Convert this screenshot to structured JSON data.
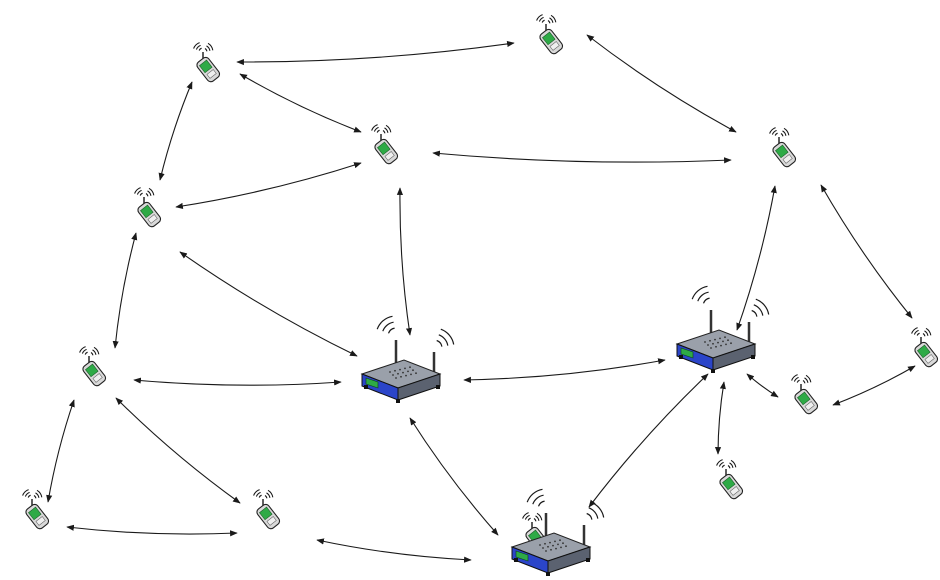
{
  "diagram": {
    "type": "wireless-mesh-network",
    "colors": {
      "background": "#ffffff",
      "link": "#1a1a1a",
      "phone_body": "#d9d9d9",
      "phone_screen": "#2eaa46",
      "router_body": "#2b45c9",
      "router_top": "#9aa0aa",
      "wave": "#1a1a1a"
    },
    "nodes": [
      {
        "id": "p1",
        "kind": "phone",
        "icon": "mobile-phone-icon"
      },
      {
        "id": "p2",
        "kind": "phone",
        "icon": "mobile-phone-icon"
      },
      {
        "id": "p3",
        "kind": "phone",
        "icon": "mobile-phone-icon"
      },
      {
        "id": "p4",
        "kind": "phone",
        "icon": "mobile-phone-icon"
      },
      {
        "id": "p5",
        "kind": "phone",
        "icon": "mobile-phone-icon"
      },
      {
        "id": "p6",
        "kind": "phone",
        "icon": "mobile-phone-icon"
      },
      {
        "id": "p7",
        "kind": "phone",
        "icon": "mobile-phone-icon"
      },
      {
        "id": "p8",
        "kind": "phone",
        "icon": "mobile-phone-icon"
      },
      {
        "id": "p9",
        "kind": "phone",
        "icon": "mobile-phone-icon"
      },
      {
        "id": "p10",
        "kind": "phone",
        "icon": "mobile-phone-icon"
      },
      {
        "id": "p11",
        "kind": "phone",
        "icon": "mobile-phone-icon"
      },
      {
        "id": "p12",
        "kind": "phone",
        "icon": "mobile-phone-icon"
      },
      {
        "id": "r1",
        "kind": "router",
        "icon": "wireless-router-icon"
      },
      {
        "id": "r2",
        "kind": "router",
        "icon": "wireless-router-icon"
      },
      {
        "id": "r3",
        "kind": "router",
        "icon": "wireless-router-icon"
      }
    ],
    "links": [
      {
        "from": "p1",
        "to": "p2"
      },
      {
        "from": "p1",
        "to": "p3"
      },
      {
        "from": "p1",
        "to": "p4"
      },
      {
        "from": "p2",
        "to": "p5"
      },
      {
        "from": "p4",
        "to": "p3"
      },
      {
        "from": "p3",
        "to": "p5"
      },
      {
        "from": "p3",
        "to": "r1"
      },
      {
        "from": "p4",
        "to": "p6"
      },
      {
        "from": "p4",
        "to": "r1"
      },
      {
        "from": "p6",
        "to": "r1"
      },
      {
        "from": "p6",
        "to": "p7"
      },
      {
        "from": "p6",
        "to": "p8"
      },
      {
        "from": "p7",
        "to": "p8"
      },
      {
        "from": "p8",
        "to": "r3"
      },
      {
        "from": "r1",
        "to": "r3"
      },
      {
        "from": "r1",
        "to": "r2"
      },
      {
        "from": "r2",
        "to": "p5"
      },
      {
        "from": "r2",
        "to": "r3"
      },
      {
        "from": "r2",
        "to": "p9"
      },
      {
        "from": "r2",
        "to": "p10"
      },
      {
        "from": "p5",
        "to": "p11"
      },
      {
        "from": "p10",
        "to": "p11"
      },
      {
        "from": "r2",
        "to": "p12"
      }
    ]
  }
}
